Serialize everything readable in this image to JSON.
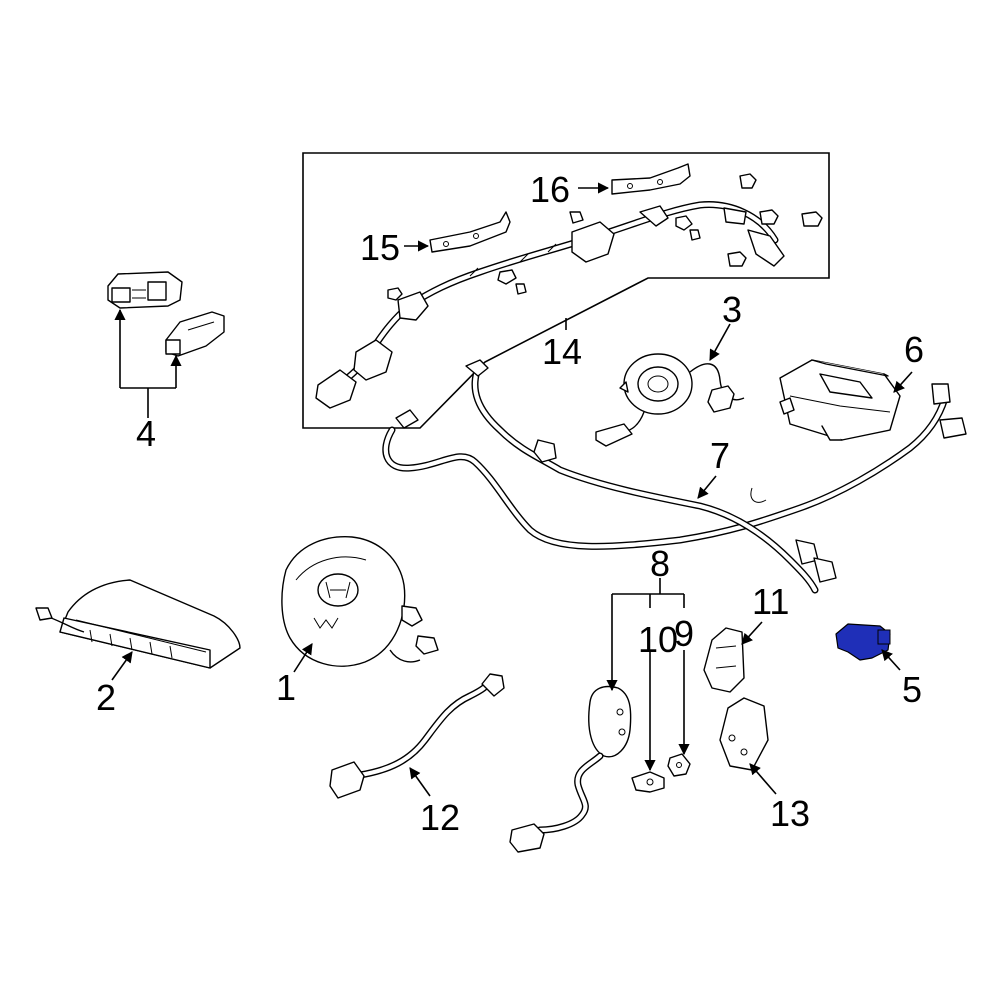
{
  "diagram": {
    "highlight_color": "#1f2fb8",
    "highlighted_part": "5",
    "callouts": [
      {
        "id": "c1",
        "label": "1"
      },
      {
        "id": "c2",
        "label": "2"
      },
      {
        "id": "c3",
        "label": "3"
      },
      {
        "id": "c4",
        "label": "4"
      },
      {
        "id": "c5",
        "label": "5"
      },
      {
        "id": "c6",
        "label": "6"
      },
      {
        "id": "c7",
        "label": "7"
      },
      {
        "id": "c8",
        "label": "8"
      },
      {
        "id": "c9",
        "label": "9"
      },
      {
        "id": "c10",
        "label": "10"
      },
      {
        "id": "c11",
        "label": "11"
      },
      {
        "id": "c12",
        "label": "12"
      },
      {
        "id": "c13",
        "label": "13"
      },
      {
        "id": "c14",
        "label": "14"
      },
      {
        "id": "c15",
        "label": "15"
      },
      {
        "id": "c16",
        "label": "16"
      }
    ]
  }
}
